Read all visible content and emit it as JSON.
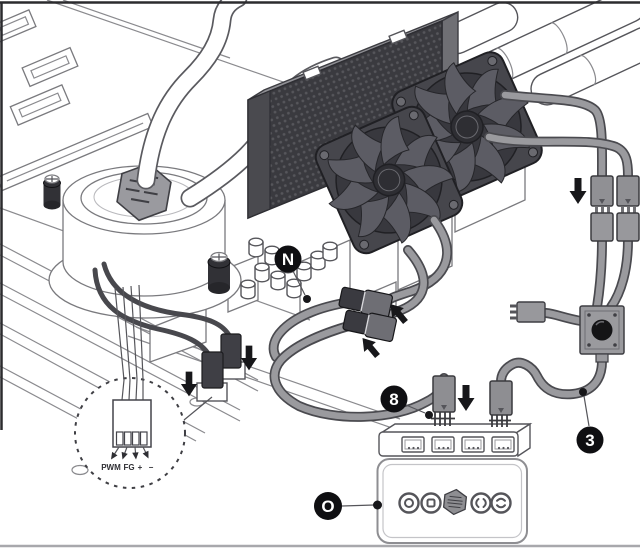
{
  "diagram": {
    "scene": "liquid-cooler-wiring-installation-diagram",
    "callouts": {
      "n": {
        "label": "N",
        "target": "inline-cable-connectors"
      },
      "eight": {
        "label": "8",
        "target": "hub-header-pins"
      },
      "three": {
        "label": "3",
        "target": "splitter-cable"
      },
      "o": {
        "label": "O",
        "target": "controller-remote"
      }
    },
    "pin_detail": {
      "pins": {
        "p1": "PWM",
        "p2": "FG",
        "p3": "+",
        "p4": "−"
      }
    },
    "icons": [
      "cooler-master-logo",
      "circle-button-icon",
      "square-button-icon",
      "left-right-button-icon",
      "up-down-button-icon",
      "down-arrow-icon",
      "pointer-arrow-icon"
    ],
    "colors": {
      "background": "#ffffff",
      "line_art": "#8a8a8e",
      "dark_component": "#3c3c41",
      "cable_gray": "#9a9a9e",
      "cable_dark": "#48484d",
      "arrow_black": "#17171a",
      "callout_bg": "#0f0f12",
      "callout_text": "#ffffff",
      "radiator_fill": "#3a3a3f",
      "divider_gray": "#a8a8ac"
    }
  }
}
